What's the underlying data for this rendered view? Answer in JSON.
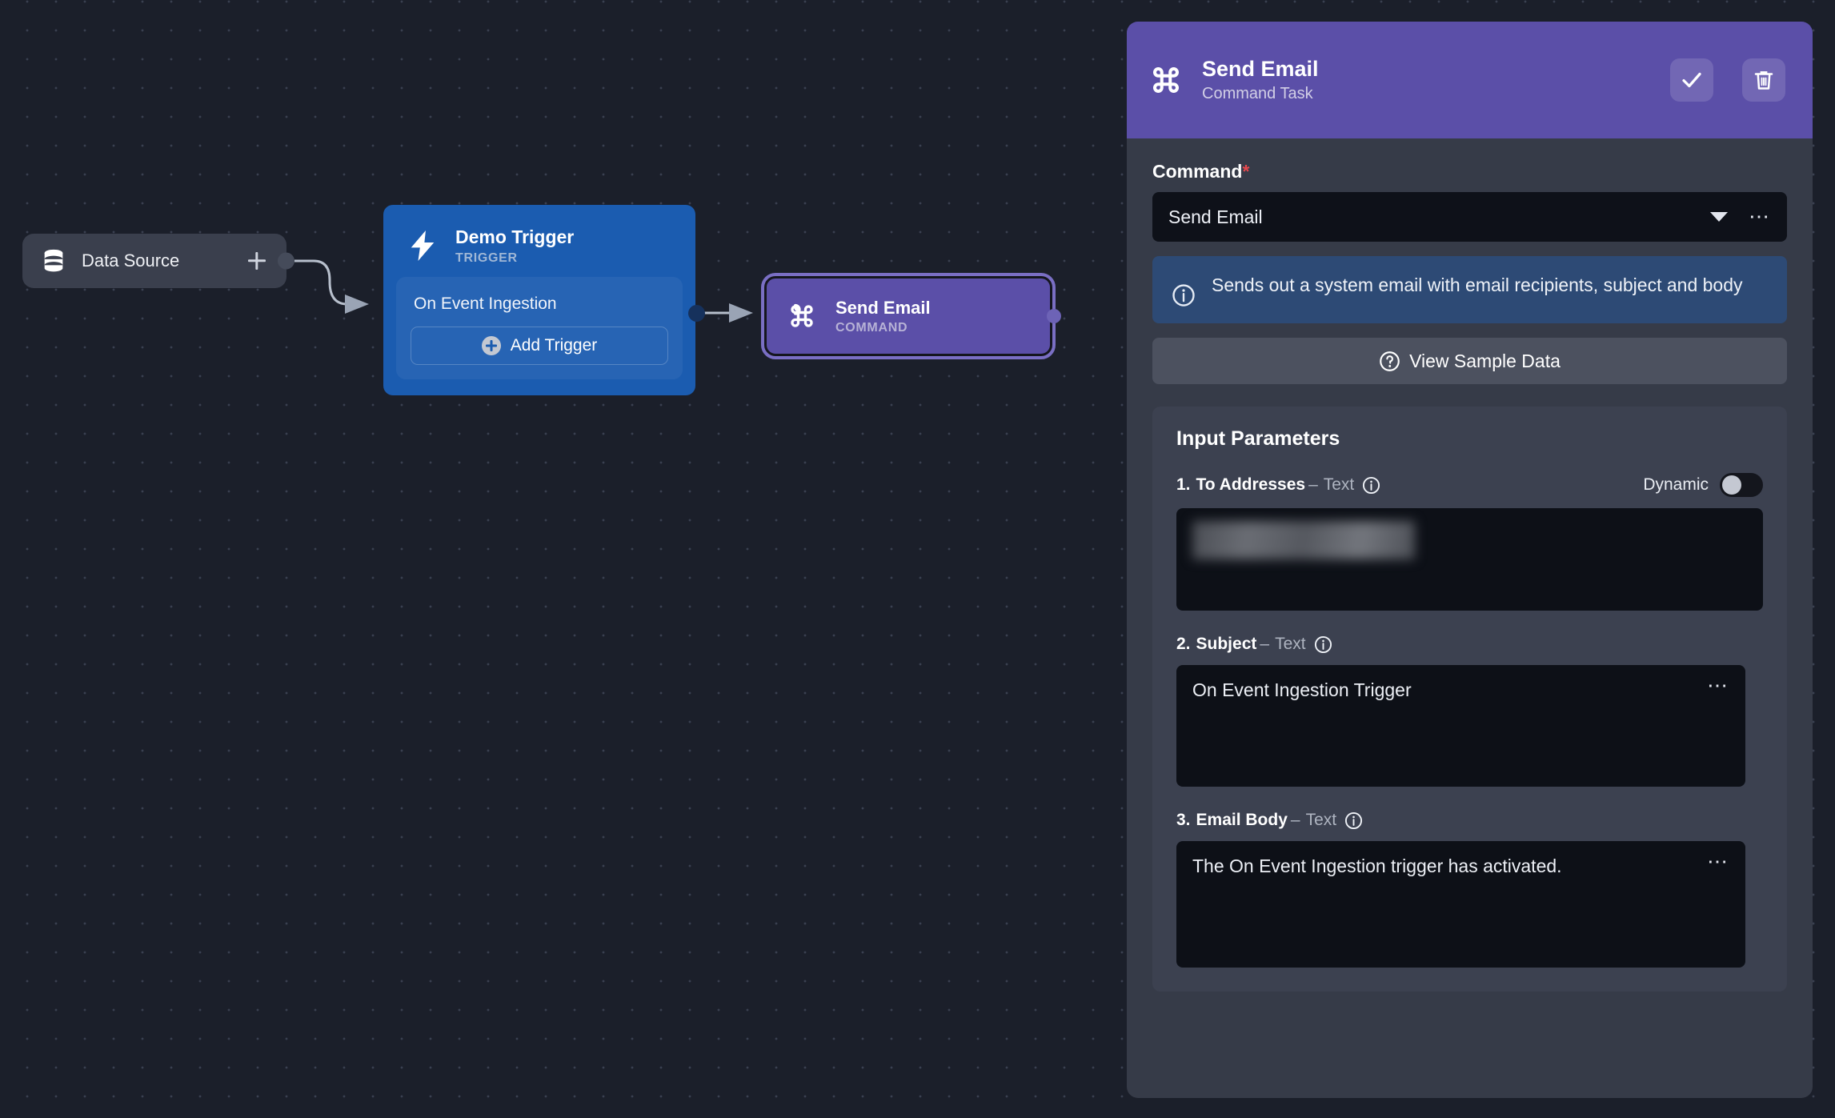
{
  "canvas": {
    "nodes": {
      "data_source": {
        "label": "Data Source",
        "icon": "database-icon",
        "add_icon": "plus-icon"
      },
      "trigger": {
        "title": "Demo Trigger",
        "subtitle": "TRIGGER",
        "icon": "lightning-bolt-icon",
        "event_label": "On Event Ingestion",
        "add_trigger_label": "Add Trigger",
        "add_trigger_icon": "plus-circle-icon"
      },
      "command": {
        "title": "Send Email",
        "subtitle": "COMMAND",
        "icon": "command-key-icon",
        "selected": true
      }
    }
  },
  "panel": {
    "header": {
      "title": "Send Email",
      "subtitle": "Command Task",
      "icon": "command-key-icon",
      "confirm_icon": "check-icon",
      "delete_icon": "trash-icon",
      "background_color": "#5b4fa8"
    },
    "command_field": {
      "label": "Command",
      "required_marker": "*",
      "required_color": "#e5484d",
      "value": "Send Email",
      "dropdown_icon": "chevron-down-icon",
      "more_icon": "ellipsis-icon"
    },
    "info_banner": {
      "icon": "info-icon",
      "text": "Sends out a system email with email recipients, subject and body",
      "background_color": "#2d4a75"
    },
    "sample_data_button": {
      "label": "View Sample Data",
      "icon": "question-circle-icon"
    },
    "input_parameters": {
      "title": "Input Parameters",
      "params": [
        {
          "index": "1.",
          "name": "To Addresses",
          "separator": "–",
          "type": "Text",
          "info_icon": "info-icon",
          "value": "",
          "redacted": true,
          "dynamic": {
            "label": "Dynamic",
            "enabled": false
          }
        },
        {
          "index": "2.",
          "name": "Subject",
          "separator": "–",
          "type": "Text",
          "info_icon": "info-icon",
          "value": "On Event Ingestion Trigger",
          "more_icon": "ellipsis-icon"
        },
        {
          "index": "3.",
          "name": "Email Body",
          "separator": "–",
          "type": "Text",
          "info_icon": "info-icon",
          "value": "The On Event Ingestion trigger has activated.",
          "more_icon": "ellipsis-icon"
        }
      ]
    }
  }
}
